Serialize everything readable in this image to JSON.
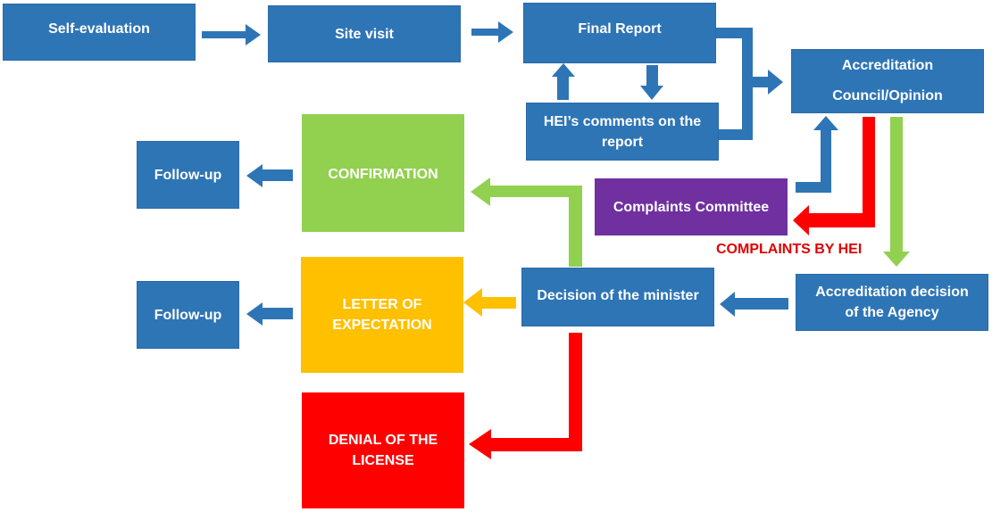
{
  "nodes": {
    "self_evaluation": "Self-evaluation",
    "site_visit": "Site visit",
    "final_report": "Final Report",
    "hei_comments": "HEI’s comments on the report",
    "accreditation_council_line1": "Accreditation",
    "accreditation_council_line2": "Council/Opinion",
    "complaints_committee": "Complaints Committee",
    "accreditation_decision": "Accreditation decision of the Agency",
    "decision_minister": "Decision of the minister",
    "confirmation": "CONFIRMATION",
    "letter_of_expectation": "LETTER OF EXPECTATION",
    "denial_of_license": "DENIAL OF THE LICENSE",
    "follow_up_1": "Follow-up",
    "follow_up_2": "Follow-up"
  },
  "annotations": {
    "complaints_by_hei": "COMPLAINTS BY HEI"
  },
  "colors": {
    "blue": "#2e75b6",
    "green": "#92d050",
    "yellow": "#ffc000",
    "red": "#ff0000",
    "purple": "#7030a0",
    "annotation_red": "#e00000"
  }
}
